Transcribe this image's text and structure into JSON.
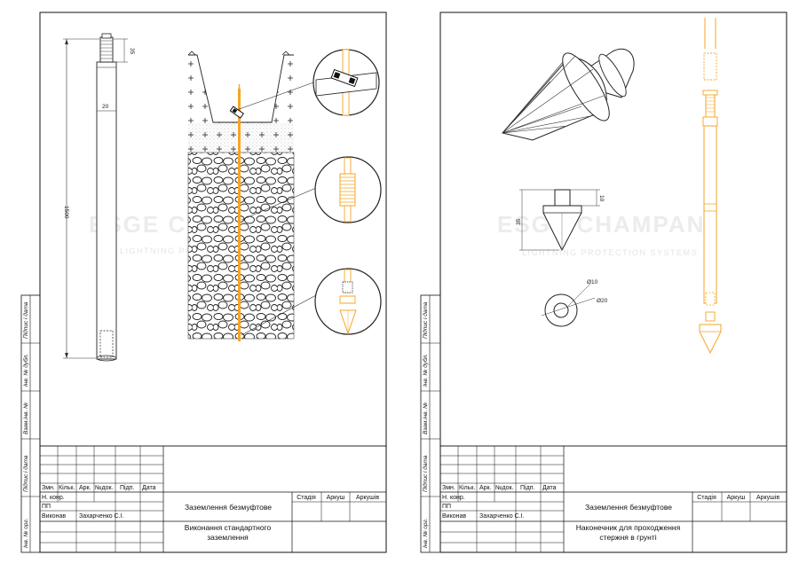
{
  "sheets": [
    {
      "id": "left",
      "title_block": {
        "project": "Заземлення безмуфтове",
        "drawing_name": "Виконання стандартного заземлення",
        "headers": [
          "Змн.",
          "Кільк.",
          "Арк.",
          "№док.",
          "Підп.",
          "Дата"
        ],
        "roles": [
          "Н. конр.",
          "ПП",
          "Виконав"
        ],
        "author": "Захарченко С.І.",
        "stage": "Стадія",
        "sheet": "Аркуш",
        "sheets": "Аркушів"
      },
      "side_labels": [
        "Підпис і дата",
        "Інв. № дубл.",
        "Взам.інв. №",
        "Підпис і дата",
        "Інв. № орг."
      ],
      "dimensions": {
        "length": "1500",
        "diameter": "20",
        "thread": "35"
      }
    },
    {
      "id": "right",
      "title_block": {
        "project": "Заземлення безмуфтове",
        "drawing_name": "Наконечник для проходження стержня в грунті",
        "headers": [
          "Змн.",
          "Кільк.",
          "Арк.",
          "№док.",
          "Підп.",
          "Дата"
        ],
        "roles": [
          "Н. конр.",
          "ПП",
          "Виконав"
        ],
        "author": "Захарченко С.І.",
        "stage": "Стадія",
        "sheet": "Аркуш",
        "sheets": "Аркушів"
      },
      "side_labels": [
        "Підпис і дата",
        "Інв. № дубл.",
        "Взам.інв. №",
        "Підпис і дата",
        "Інв. № орг."
      ],
      "dimensions": {
        "height": "35",
        "neck": "10",
        "inner_diameter": "Ø10",
        "outer_diameter": "Ø20"
      }
    }
  ],
  "watermark": {
    "brand": "ESGE CHAMPAN",
    "tagline": "LIGHTNING PROTECTION SYSTEMS"
  },
  "colors": {
    "accent": "#f5a623",
    "line": "#1a1a1a"
  }
}
